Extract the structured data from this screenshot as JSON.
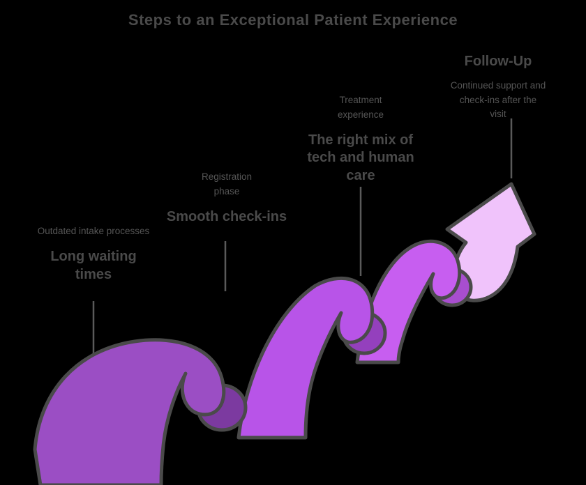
{
  "title": "Steps to an Exceptional Patient Experience",
  "colors": {
    "background": "#000000",
    "text": "#4d4d4d",
    "outline": "#4a4a4a",
    "connector": "#5a5a5a",
    "stage1_fill": "#9b4ec4",
    "stage1_fold": "#7c3aa0",
    "stage2_fill": "#b854e8",
    "stage2_fold": "#9440bd",
    "stage3_fill": "#c75ef0",
    "stage3_fold": "#a84ecf",
    "arrow_fill": "#f0c3fb"
  },
  "stages": [
    {
      "caption_lines": [
        "Outdated intake processes"
      ],
      "title_lines": [
        "Long waiting",
        "times"
      ]
    },
    {
      "caption_lines": [
        "Registration",
        "phase"
      ],
      "title_lines": [
        "Smooth check-ins"
      ]
    },
    {
      "caption_lines": [
        "Treatment",
        "experience"
      ],
      "title_lines": [
        "The right mix of",
        "tech and human",
        "care"
      ]
    },
    {
      "title_lines": [
        "Follow-Up"
      ],
      "caption_lines": [
        "Continued support and",
        "check-ins after the",
        "visit"
      ]
    }
  ]
}
